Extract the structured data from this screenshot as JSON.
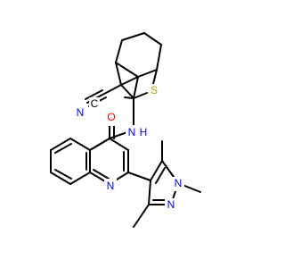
{
  "molecule": {
    "atom_labels": {
      "nitrile_n": "N",
      "nitrile_c": "C",
      "sulfur": "S",
      "amide_n": "N",
      "amide_h": "H",
      "oxygen": "O",
      "quinoline_n": "N",
      "pyrazole_n2": "N",
      "pyrazole_n1": "N"
    }
  },
  "colors": {
    "bond": "#000000",
    "nitrogen": "#0000ff",
    "oxygen": "#ff0000",
    "sulfur": "#b3a300",
    "carbon": "#000000"
  }
}
